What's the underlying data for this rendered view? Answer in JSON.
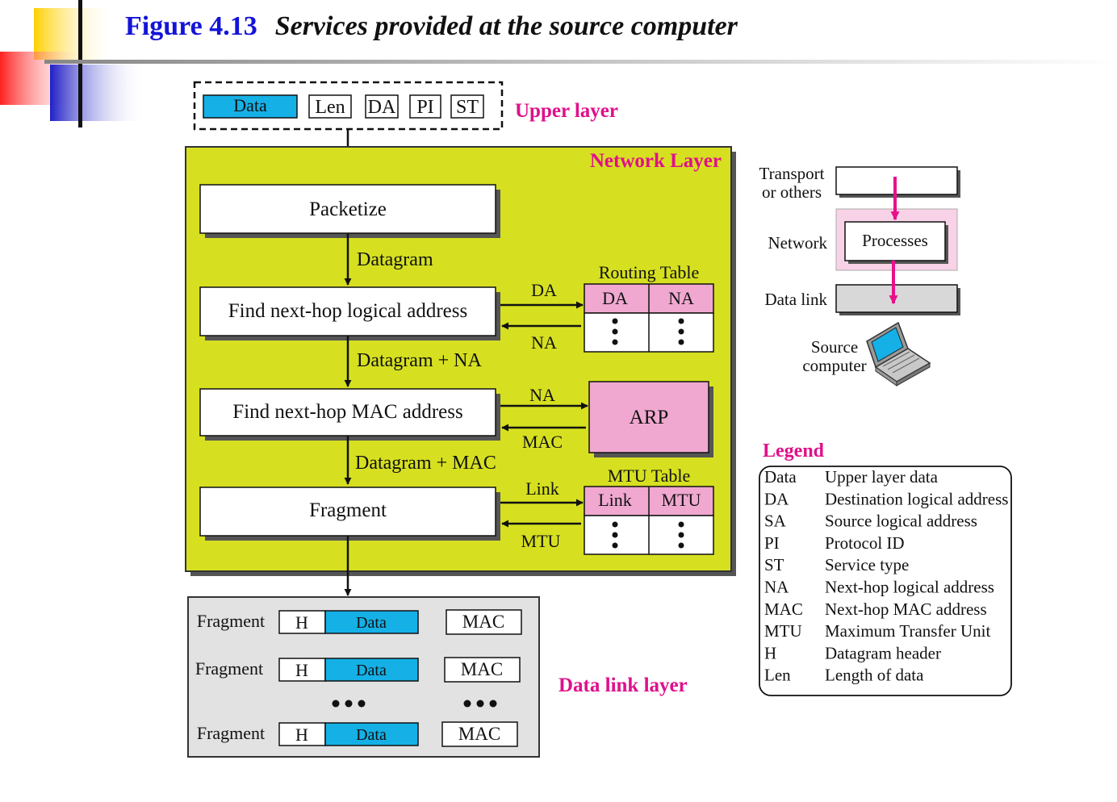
{
  "title": {
    "number": "Figure 4.13",
    "text": "Services provided at the source computer"
  },
  "colors": {
    "network_layer_bg": "#d6e020",
    "data_blue": "#14b0e6",
    "pink": "#f0a8d0",
    "magenta_text": "#e0108a",
    "title_blue": "#1414d8",
    "datalink_bg": "#e2e2e2"
  },
  "upper_packet": {
    "data": "Data",
    "fields": [
      "Len",
      "DA",
      "PI",
      "ST"
    ],
    "label": "Upper layer"
  },
  "network_layer": {
    "label": "Network Layer",
    "packetize": "Packetize",
    "datagram": "Datagram",
    "find_logical": "Find next-hop logical address",
    "datagram_na": "Datagram + NA",
    "find_mac": "Find next-hop MAC address",
    "datagram_mac": "Datagram + MAC",
    "fragment": "Fragment",
    "routing": {
      "title": "Routing Table",
      "col1": "DA",
      "col2": "NA",
      "arrow_out": "DA",
      "arrow_in": "NA"
    },
    "arp": {
      "label": "ARP",
      "arrow_out": "NA",
      "arrow_in": "MAC"
    },
    "mtu": {
      "title": "MTU Table",
      "col1": "Link",
      "col2": "MTU",
      "arrow_out": "Link",
      "arrow_in": "MTU"
    }
  },
  "datalink": {
    "label": "Data link layer",
    "rows": [
      {
        "label": "Fragment",
        "h": "H",
        "data": "Data",
        "mac": "MAC"
      },
      {
        "label": "Fragment",
        "h": "H",
        "data": "Data",
        "mac": "MAC"
      },
      {
        "label": "Fragment",
        "h": "H",
        "data": "Data",
        "mac": "MAC"
      }
    ]
  },
  "stack": {
    "transport": [
      "Transport",
      "or others"
    ],
    "network": "Network",
    "processes": "Processes",
    "datalink": "Data link",
    "source": [
      "Source",
      "computer"
    ]
  },
  "legend": {
    "title": "Legend",
    "items": [
      {
        "abbr": "Data",
        "desc": "Upper layer data"
      },
      {
        "abbr": "DA",
        "desc": "Destination logical address"
      },
      {
        "abbr": "SA",
        "desc": "Source logical address"
      },
      {
        "abbr": "PI",
        "desc": "Protocol ID"
      },
      {
        "abbr": "ST",
        "desc": "Service type"
      },
      {
        "abbr": "NA",
        "desc": "Next-hop logical address"
      },
      {
        "abbr": "MAC",
        "desc": "Next-hop MAC address"
      },
      {
        "abbr": "MTU",
        "desc": "Maximum Transfer Unit"
      },
      {
        "abbr": "H",
        "desc": "Datagram header"
      },
      {
        "abbr": "Len",
        "desc": "Length of data"
      }
    ]
  }
}
